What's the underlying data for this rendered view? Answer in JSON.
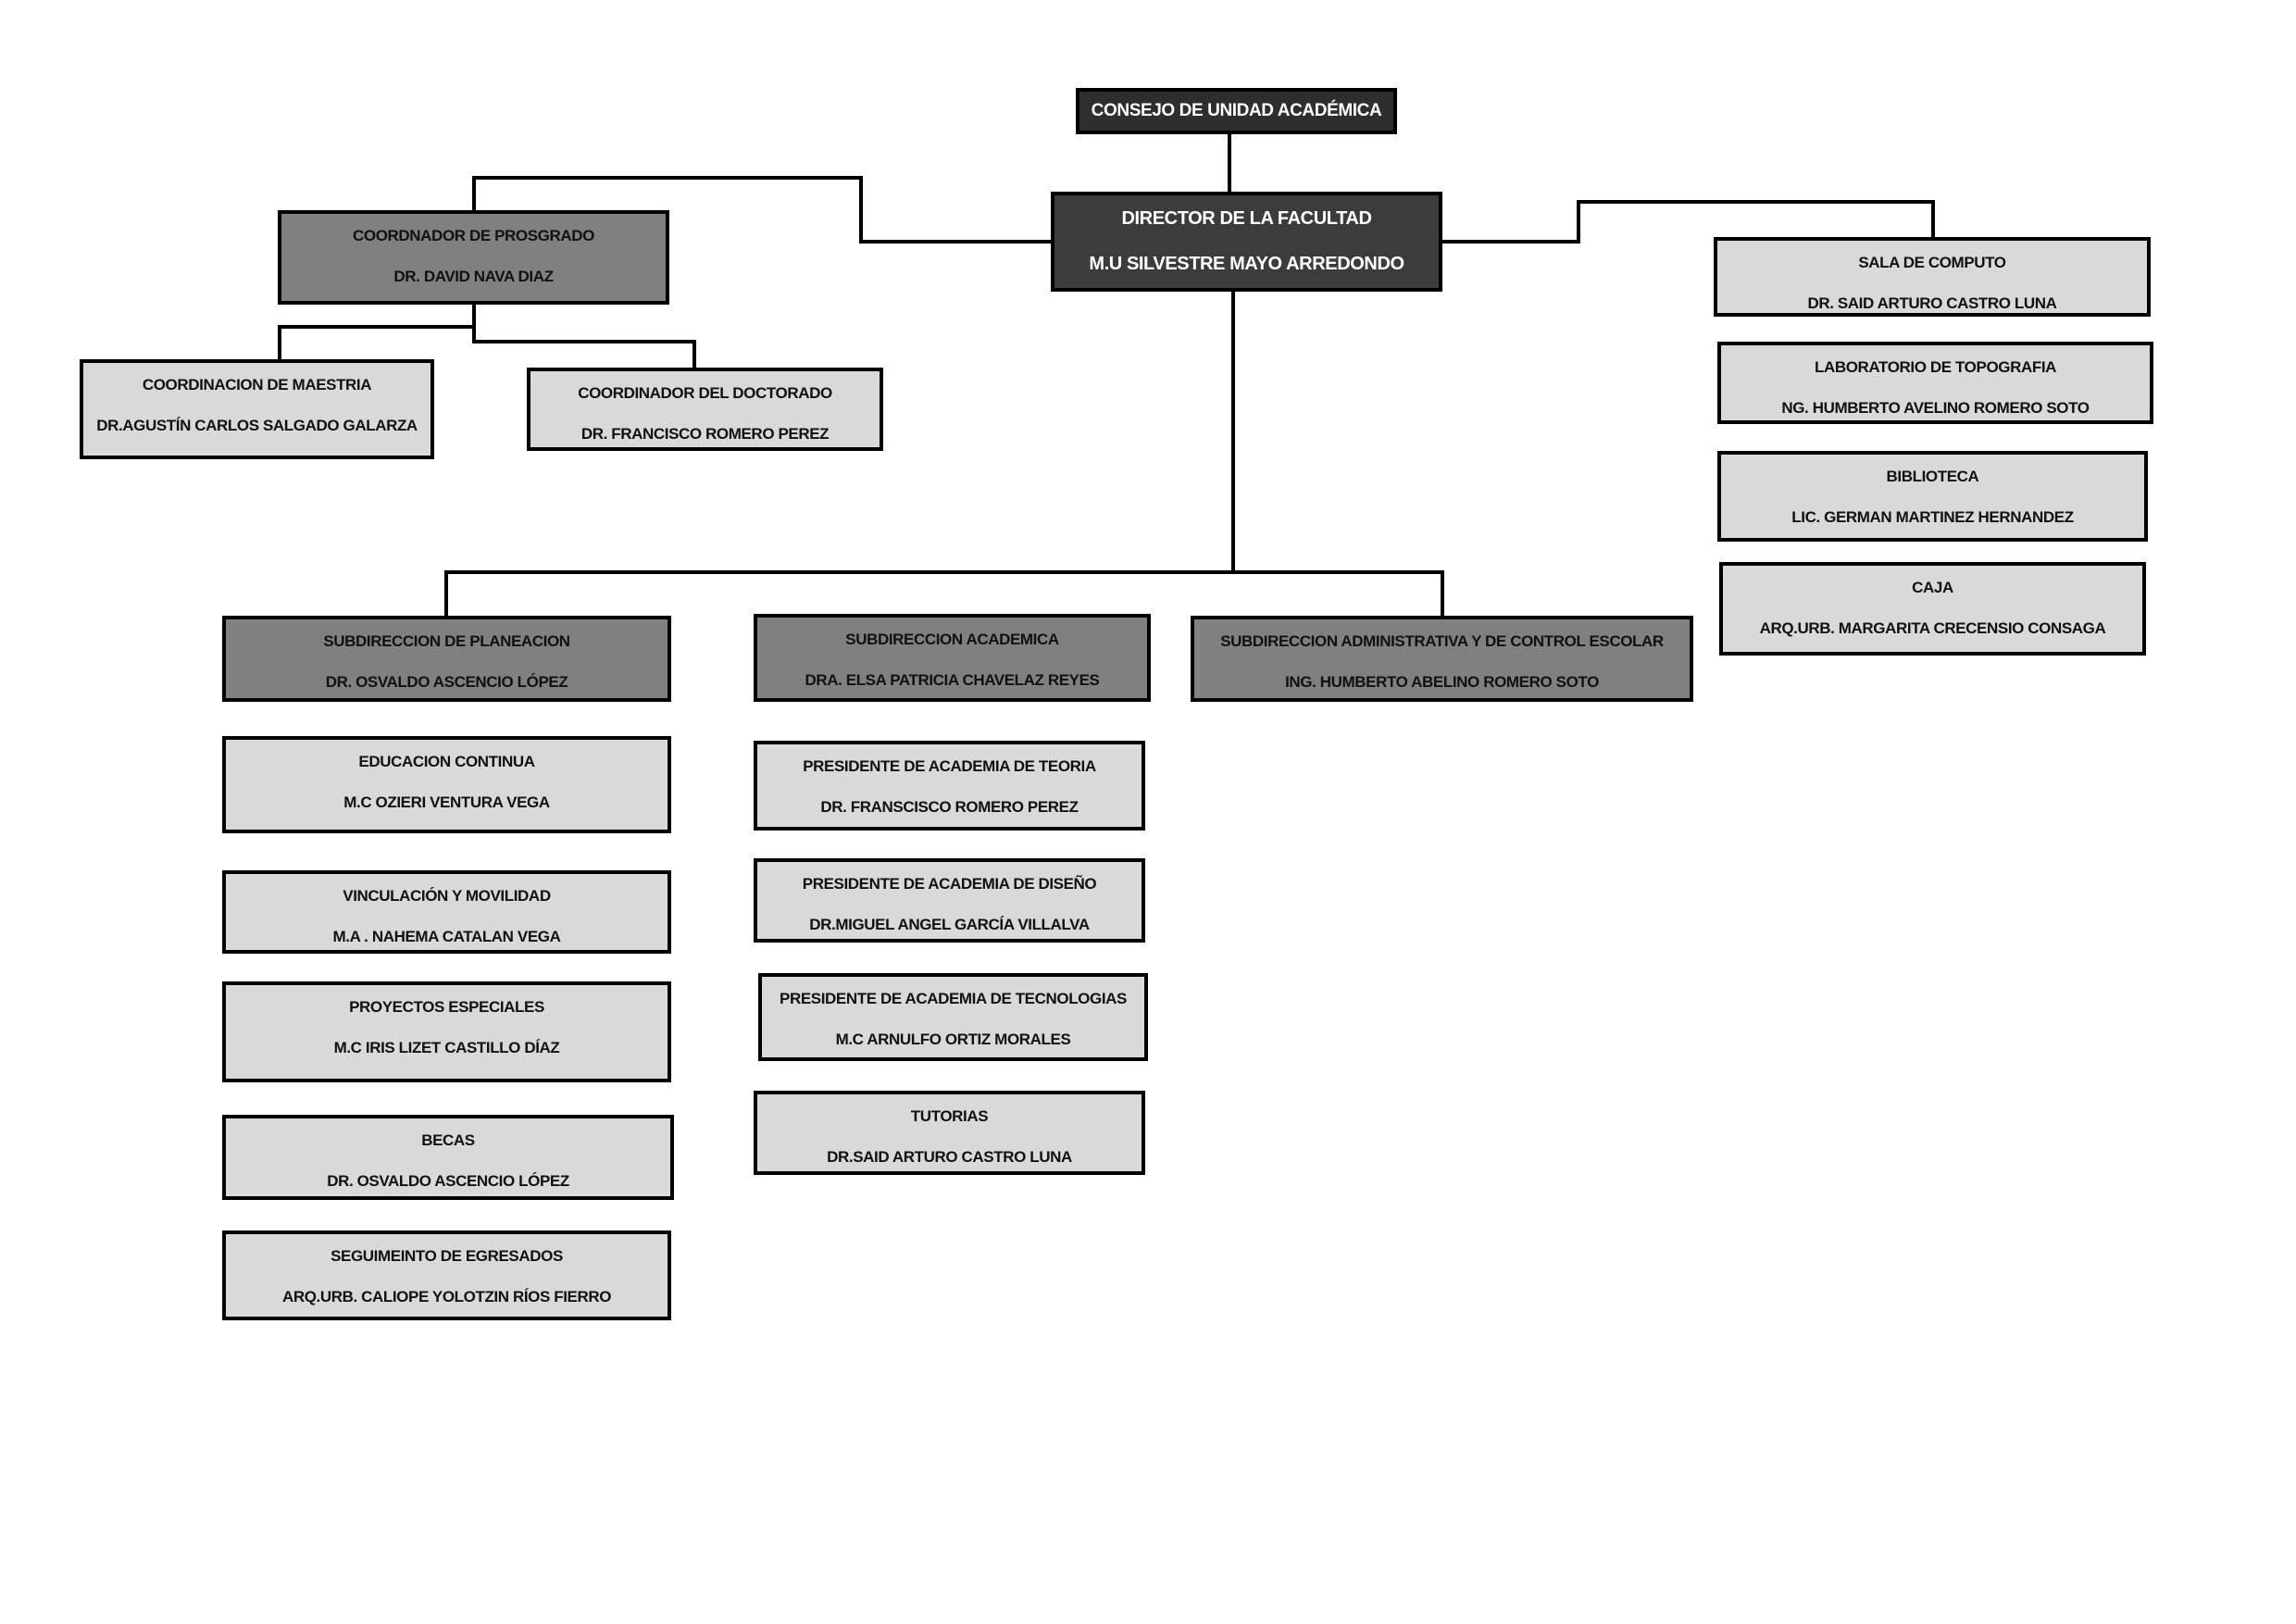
{
  "council": {
    "title": "CONSEJO DE UNIDAD ACADÉMICA"
  },
  "director": {
    "title": "DIRECTOR DE LA FACULTAD",
    "name": "M.U  SILVESTRE MAYO ARREDONDO"
  },
  "postgrad": {
    "coordinator": {
      "title": "COORDNADOR DE PROSGRADO",
      "name": "DR. DAVID NAVA DIAZ"
    },
    "masters": {
      "title": "COORDINACION DE MAESTRIA",
      "name": "DR.AGUSTÍN CARLOS SALGADO GALARZA"
    },
    "doctorate": {
      "title": "COORDINADOR DEL  DOCTORADO",
      "name": "DR. FRANCISCO ROMERO PEREZ"
    }
  },
  "services": [
    {
      "title": "SALA DE COMPUTO",
      "name": "DR. SAID ARTURO CASTRO LUNA"
    },
    {
      "title": "LABORATORIO DE TOPOGRAFIA",
      "name": "NG. HUMBERTO AVELINO ROMERO SOTO"
    },
    {
      "title": "BIBLIOTECA",
      "name": "LIC. GERMAN  MARTINEZ HERNANDEZ"
    },
    {
      "title": "CAJA",
      "name": "ARQ.URB. MARGARITA CRECENSIO CONSAGA"
    }
  ],
  "subdirections": [
    {
      "title": "SUBDIRECCION DE PLANEACION",
      "name": "DR. OSVALDO ASCENCIO LÓPEZ"
    },
    {
      "title": "SUBDIRECCION  ACADEMICA",
      "name": "DRA. ELSA PATRICIA CHAVELAZ REYES"
    },
    {
      "title": "SUBDIRECCION ADMINISTRATIVA Y DE CONTROL ESCOLAR",
      "name": "ING. HUMBERTO ABELINO ROMERO SOTO"
    }
  ],
  "planning_units": [
    {
      "title": "EDUCACION  CONTINUA",
      "name": "M.C OZIERI VENTURA VEGA"
    },
    {
      "title": "VINCULACIÓN  Y MOVILIDAD",
      "name": "M.A . NAHEMA CATALAN VEGA"
    },
    {
      "title": "PROYECTOS ESPECIALES",
      "name": "M.C IRIS LIZET CASTILLO DÍAZ"
    },
    {
      "title": "BECAS",
      "name": "DR. OSVALDO ASCENCIO LÓPEZ"
    },
    {
      "title": "SEGUIMEINTO DE EGRESADOS",
      "name": "ARQ.URB. CALIOPE YOLOTZIN RÍOS FIERRO"
    }
  ],
  "academic_units": [
    {
      "title": "PRESIDENTE DE ACADEMIA DE TEORIA",
      "name": "DR. FRANSCISCO ROMERO PEREZ"
    },
    {
      "title": "PRESIDENTE DE ACADEMIA DE DISEÑO",
      "name": "DR.MIGUEL ANGEL GARCÍA VILLALVA"
    },
    {
      "title": "PRESIDENTE DE ACADEMIA DE TECNOLOGIAS",
      "name": "M.C ARNULFO ORTIZ MORALES"
    },
    {
      "title": "TUTORIAS",
      "name": "DR.SAID ARTURO CASTRO LUNA"
    }
  ]
}
